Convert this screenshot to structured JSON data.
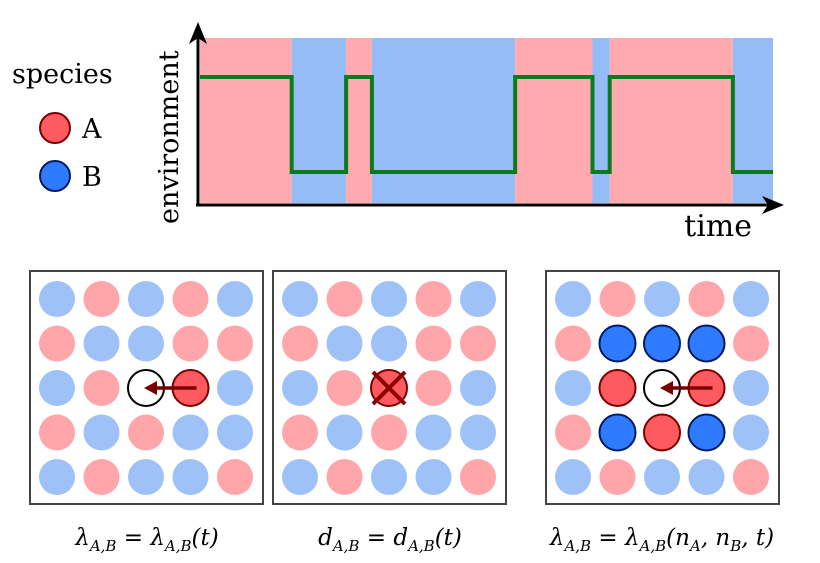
{
  "legend": {
    "title": "species",
    "items": [
      {
        "label": "A",
        "fill": "#ff5a5f",
        "stroke": "#7a0000"
      },
      {
        "label": "B",
        "fill": "#2f7bff",
        "stroke": "#001a66"
      }
    ]
  },
  "env_chart": {
    "ylabel": "environment",
    "xlabel": "time",
    "colors": {
      "a_band": "#ffaaaf",
      "b_band": "#94bdf7",
      "trace": "#0d7a1f",
      "axis": "#000000"
    },
    "segments": [
      {
        "state": "A",
        "t0": 0,
        "t1": 16
      },
      {
        "state": "B",
        "t0": 16,
        "t1": 25.5
      },
      {
        "state": "A",
        "t0": 25.5,
        "t1": 30
      },
      {
        "state": "B",
        "t0": 30,
        "t1": 55
      },
      {
        "state": "A",
        "t0": 55,
        "t1": 68.5
      },
      {
        "state": "B",
        "t0": 68.5,
        "t1": 71.5
      },
      {
        "state": "A",
        "t0": 71.5,
        "t1": 93
      },
      {
        "state": "B",
        "t0": 93,
        "t1": 100
      }
    ]
  },
  "panels": [
    {
      "caption": "λ_{A,B} = λ_{A,B}(t)",
      "caption_parts": [
        "λ",
        "A,B",
        " = λ",
        "A,B",
        "(t)"
      ],
      "grid": [
        [
          "b",
          "a",
          "b",
          "a",
          "b"
        ],
        [
          "a",
          "b",
          "b",
          "a",
          "a"
        ],
        [
          "b",
          "a",
          "empty",
          "A",
          "b"
        ],
        [
          "a",
          "b",
          "a",
          "b",
          "b"
        ],
        [
          "b",
          "a",
          "b",
          "b",
          "a"
        ]
      ],
      "arrow": {
        "from": [
          2,
          3
        ],
        "to": [
          2,
          2
        ]
      }
    },
    {
      "caption": "d_{A,B} = d_{A,B}(t)",
      "caption_parts": [
        "d",
        "A,B",
        " = d",
        "A,B",
        "(t)"
      ],
      "grid": [
        [
          "b",
          "a",
          "b",
          "a",
          "b"
        ],
        [
          "a",
          "b",
          "b",
          "a",
          "a"
        ],
        [
          "b",
          "a",
          "Ax",
          "a",
          "b"
        ],
        [
          "a",
          "b",
          "a",
          "b",
          "b"
        ],
        [
          "b",
          "a",
          "b",
          "b",
          "a"
        ]
      ]
    },
    {
      "caption": "λ_{A,B} = λ_{A,B}(n_A, n_B, t)",
      "caption_parts": [
        "λ",
        "A,B",
        " = λ",
        "A,B",
        "(n",
        "A",
        ", n",
        "B",
        ", t)"
      ],
      "grid": [
        [
          "b",
          "a",
          "b",
          "a",
          "b"
        ],
        [
          "a",
          "B",
          "B",
          "B",
          "a"
        ],
        [
          "b",
          "A",
          "empty",
          "A",
          "b"
        ],
        [
          "a",
          "B",
          "A",
          "B",
          "b"
        ],
        [
          "b",
          "a",
          "b",
          "b",
          "a"
        ]
      ],
      "arrow": {
        "from": [
          2,
          3
        ],
        "to": [
          2,
          2
        ]
      }
    }
  ],
  "cell_colors": {
    "a": "#ffa6ab",
    "b": "#9ec2f7",
    "A_fill": "#ff5a5f",
    "A_stroke": "#7a0000",
    "B_fill": "#2f7bff",
    "B_stroke": "#001a66",
    "arrow": "#7a0000",
    "cross": "#8a0000"
  }
}
